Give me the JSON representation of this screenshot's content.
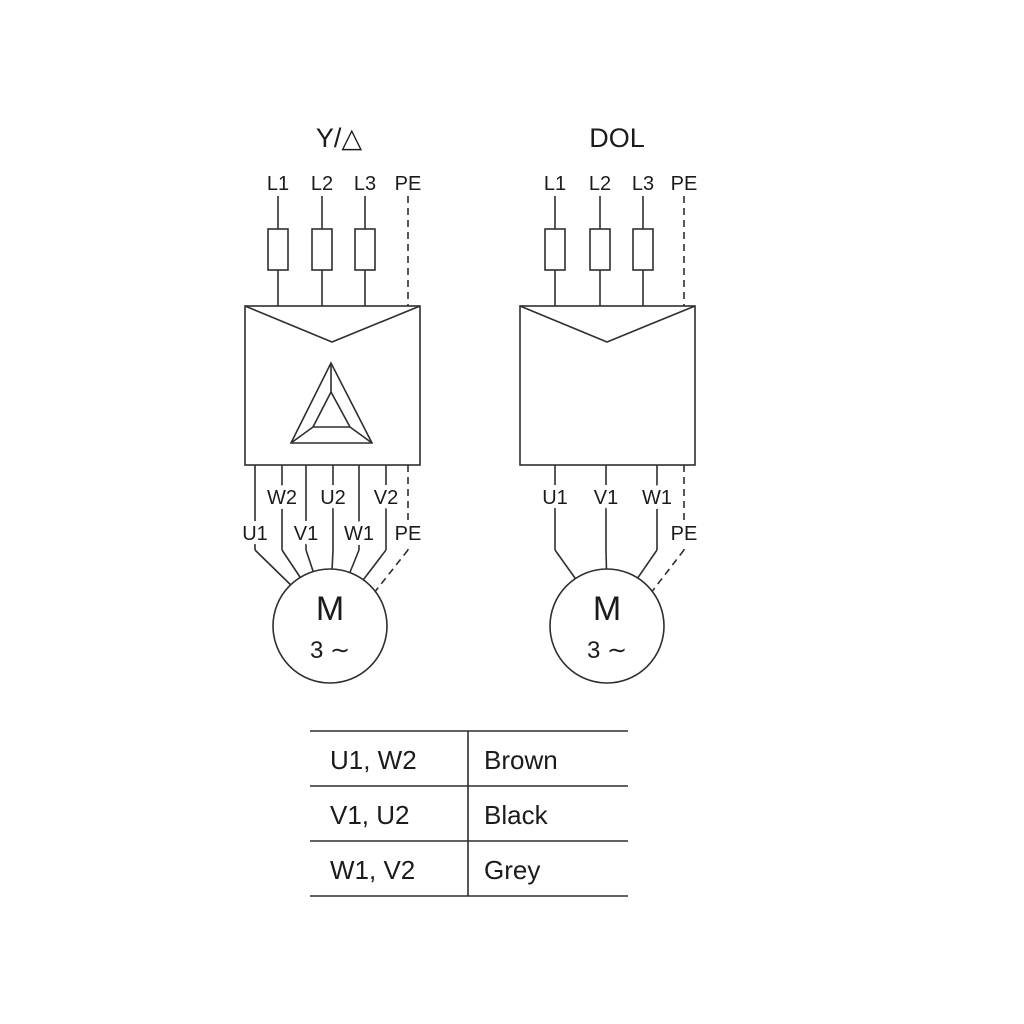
{
  "star_delta": {
    "title": "Y/△",
    "supply_labels": [
      "L1",
      "L2",
      "L3",
      "PE"
    ],
    "upper_terminal_labels": [
      "W2",
      "U2",
      "V2"
    ],
    "lower_terminal_labels": [
      "U1",
      "V1",
      "W1",
      "PE"
    ],
    "motor_label": "M",
    "motor_phase": "3 ∼"
  },
  "dol": {
    "title": "DOL",
    "supply_labels": [
      "L1",
      "L2",
      "L3",
      "PE"
    ],
    "terminal_labels": [
      "U1",
      "V1",
      "W1"
    ],
    "pe_label": "PE",
    "motor_label": "M",
    "motor_phase": "3 ∼"
  },
  "color_table": {
    "rows": [
      {
        "terminals": "U1, W2",
        "color": "Brown"
      },
      {
        "terminals": "V1, U2",
        "color": "Black"
      },
      {
        "terminals": "W1, V2",
        "color": "Grey"
      }
    ]
  },
  "colors": {
    "line": "#2f2f2f",
    "text": "#1b1b1b",
    "background": "#ffffff"
  }
}
